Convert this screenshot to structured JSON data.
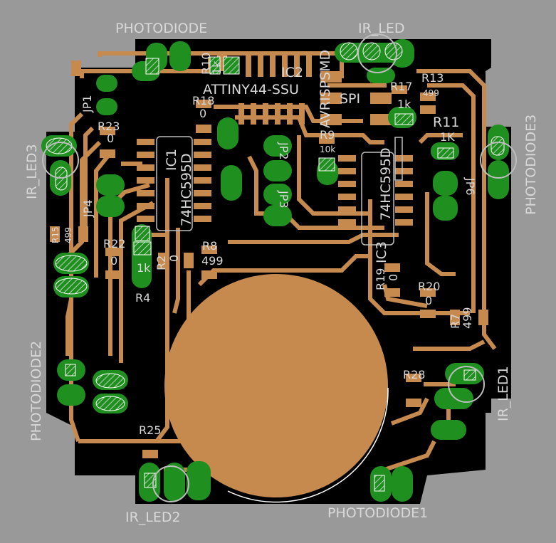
{
  "colors": {
    "background": "#999999",
    "board": "#000000",
    "copper": "#c68a4e",
    "pad": "#1f8f1f",
    "silkscreen": "#d8d8d8"
  },
  "connectors": {
    "photodiode": "PHOTODIODE",
    "ir_led": "IR_LED",
    "photodiode1": "PHOTODIODE1",
    "photodiode2": "PHOTODIODE2",
    "photodiode3": "PHOTODIODE3",
    "ir_led1": "IR_LED1",
    "ir_led2": "IR_LED2",
    "ir_led3": "IR_LED3"
  },
  "ics": {
    "ic2_name": "IC2",
    "ic2_value": "ATTINY44-SSU",
    "ic1_name": "IC1",
    "ic1_value": "74HC595D",
    "ic3_name": "IC3",
    "ic3_value": "74HC595D",
    "spi_name": "SPI",
    "spi_value": "AVRISPSMD"
  },
  "resistors": [
    {
      "name": "R10",
      "value": "1k"
    },
    {
      "name": "R18",
      "value": "0"
    },
    {
      "name": "R23",
      "value": "0"
    },
    {
      "name": "R15",
      "value": "499"
    },
    {
      "name": "R22",
      "value": "0"
    },
    {
      "name": "R2",
      "value": "0"
    },
    {
      "name": "R8",
      "value": "499"
    },
    {
      "name": "R9",
      "value": "10k"
    },
    {
      "name": "R17",
      "value": "1k"
    },
    {
      "name": "R13",
      "value": "499"
    },
    {
      "name": "R11",
      "value": "1K"
    },
    {
      "name": "R19",
      "value": "0"
    },
    {
      "name": "R20",
      "value": "0"
    },
    {
      "name": "R7",
      "value": "499"
    },
    {
      "name": "R28",
      "value": ""
    },
    {
      "name": "R25",
      "value": ""
    },
    {
      "name": "R4",
      "value": "1k"
    }
  ],
  "jumpers": [
    "JP1",
    "JP4",
    "JP6",
    "JP2",
    "JP3"
  ]
}
